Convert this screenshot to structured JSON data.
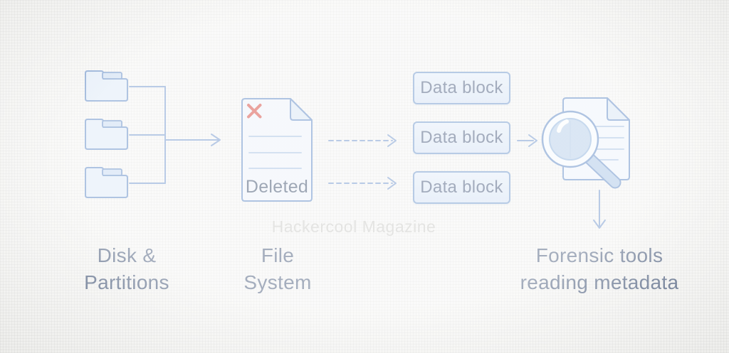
{
  "watermark": "Hackercool Magazine",
  "deleted_file": {
    "label": "Deleted"
  },
  "data_blocks": [
    "Data block",
    "Data block",
    "Data block"
  ],
  "labels": {
    "disk": {
      "line1": "Disk &",
      "line2": "Partitions"
    },
    "file_system": {
      "line1": "File",
      "line2": "System"
    },
    "forensic": {
      "line1": "Forensic tools",
      "line2": "reading metadata"
    }
  },
  "icons": {
    "folder": "folder-icon",
    "deleted_document": "deleted-file-icon",
    "x_mark": "x-mark-icon",
    "magnifier_document": "magnifier-document-icon",
    "arrows": [
      "disk-to-filesystem-arrow",
      "filesystem-to-datablock-dashed-arrow",
      "datablock-to-forensic-arrow",
      "forensic-down-arrow"
    ]
  },
  "colors": {
    "icon_stroke_blue": "#5e88c4",
    "line_blue": "#7296cd",
    "folder_fill": "#dde9f7",
    "folder_tab_fill": "#c6d9f0",
    "document_fill": "#edf2fa",
    "block_fill": "#d8e5f5",
    "lens_fill": "#b6cee9",
    "text_slate": "#4a5c7c",
    "delete_red": "#d5463c",
    "watermark_gray": "#c9c9c6",
    "background": "#f6f6f4"
  }
}
